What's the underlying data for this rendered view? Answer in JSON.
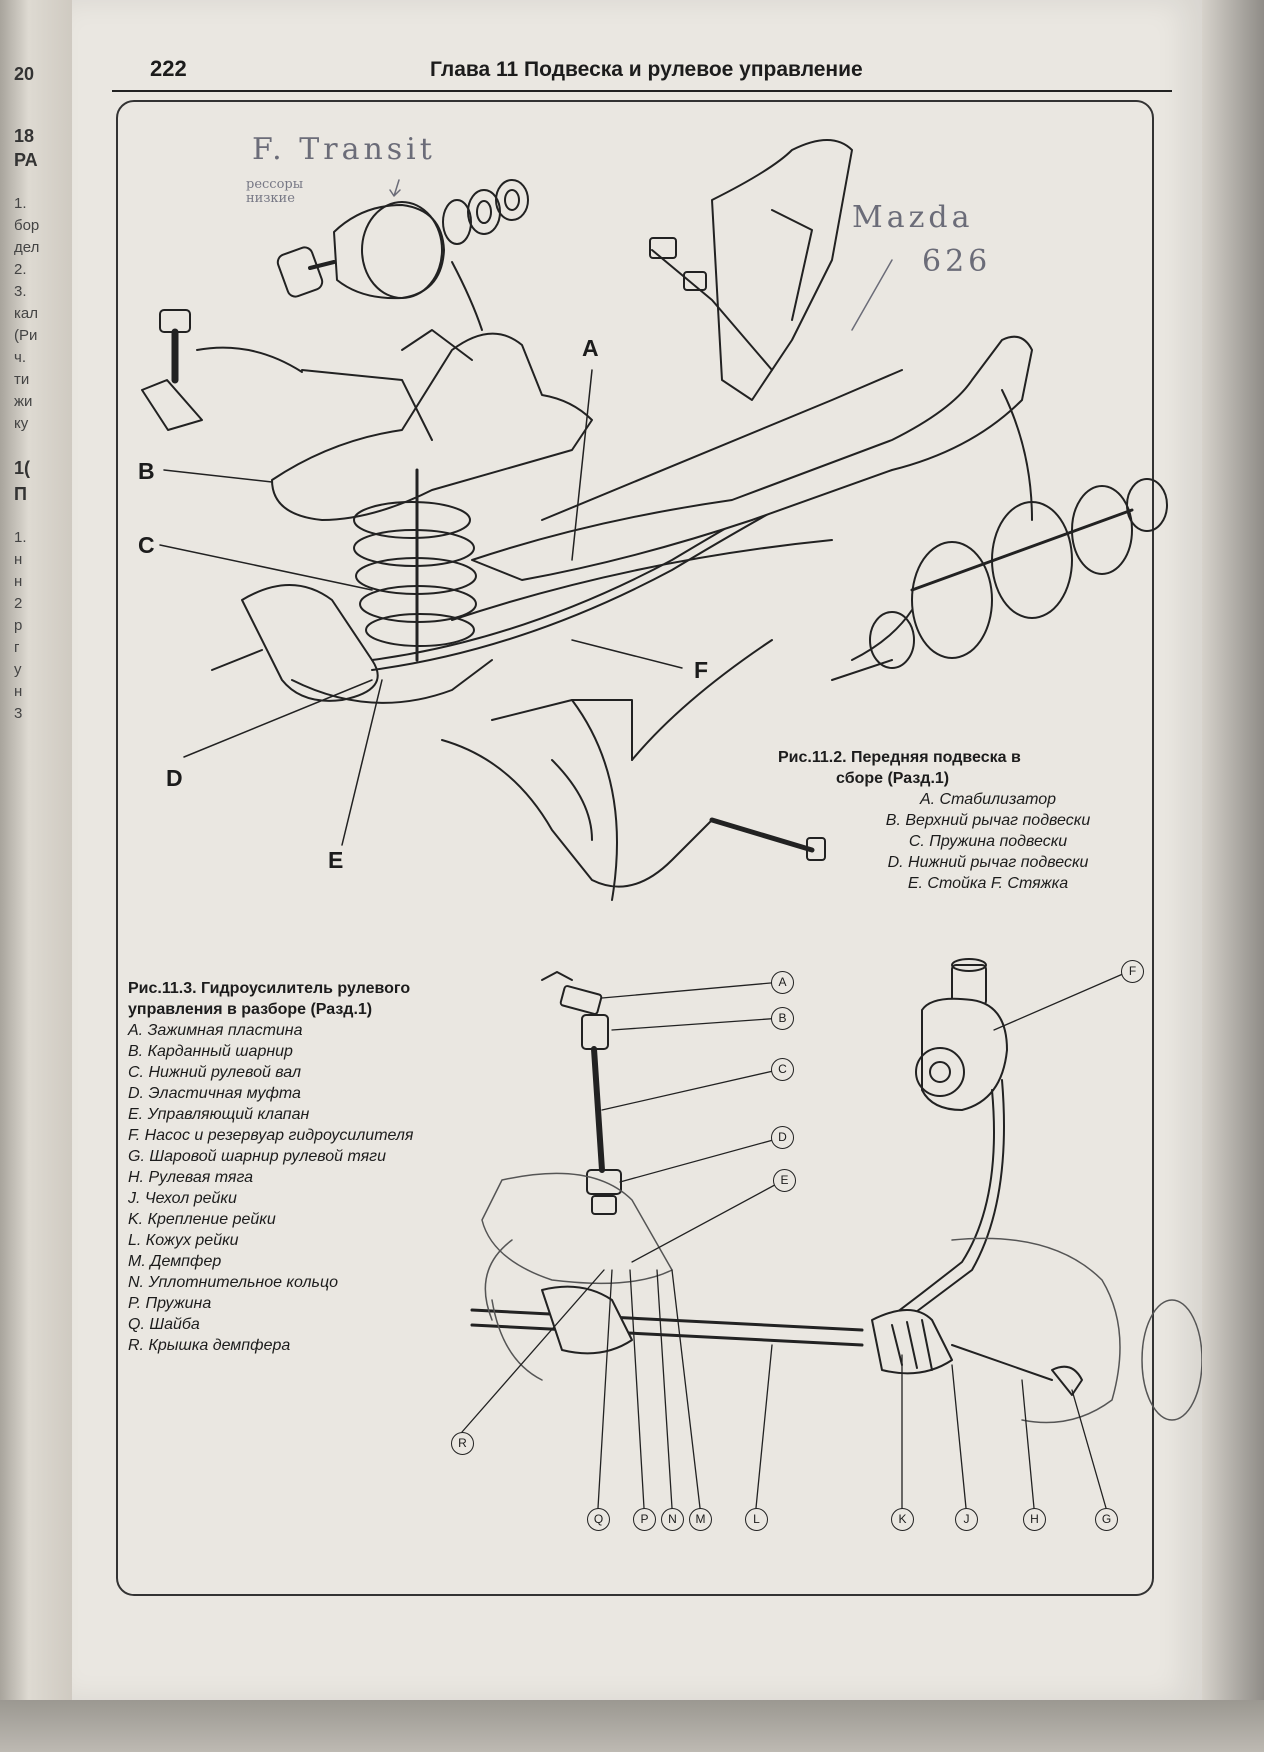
{
  "left_page": {
    "number": "20",
    "heading": "18",
    "heading2": "PA",
    "lines": [
      "1.",
      "бор",
      "дел",
      "2.",
      "3.",
      "кал",
      "(Ри",
      "ч.",
      "ти",
      "жи",
      "ку",
      "1(",
      "П",
      "1.",
      "н",
      "н",
      "2",
      "р",
      "г",
      "у",
      "н",
      "3"
    ]
  },
  "header": {
    "page_number": "222",
    "chapter_title": "Глава 11  Подвеска и рулевое управление"
  },
  "handwritten_notes": {
    "transit": "F. Transit",
    "transit_sub": "рессоры низкие",
    "mazda_line1": "Mazda",
    "mazda_line2": "626"
  },
  "figure_11_2": {
    "callouts": [
      "A",
      "B",
      "C",
      "D",
      "E",
      "F"
    ],
    "caption_title_line1": "Рис.11.2. Передняя подвеска в",
    "caption_title_line2": "сборе (Разд.1)",
    "items": [
      "A. Стабилизатор",
      "B. Верхний рычаг подвески",
      "C. Пружина подвески",
      "D. Нижний рычаг подвески",
      "E. Стойка   F. Стяжка"
    ]
  },
  "figure_11_3": {
    "caption_title_line1": "Рис.11.3. Гидроусилитель рулевого",
    "caption_title_line2": "управления в разборе (Разд.1)",
    "items": [
      "A. Зажимная пластина",
      "B. Карданный шарнир",
      "C. Нижний рулевой вал",
      "D. Эластичная муфта",
      "E. Управляющий клапан",
      "F. Насос и резервуар гидроусилителя",
      "G. Шаровой шарнир рулевой тяги",
      "H. Рулевая тяга",
      "J. Чехол рейки",
      "K. Крепление рейки",
      "L. Кожух рейки",
      "M. Демпфер",
      "N. Уплотнительное кольцо",
      "P. Пружина",
      "Q. Шайба",
      "R. Крышка демпфера"
    ],
    "circle_labels": [
      "A",
      "B",
      "C",
      "D",
      "E",
      "F",
      "G",
      "H",
      "J",
      "K",
      "L",
      "M",
      "N",
      "P",
      "Q",
      "R"
    ]
  }
}
